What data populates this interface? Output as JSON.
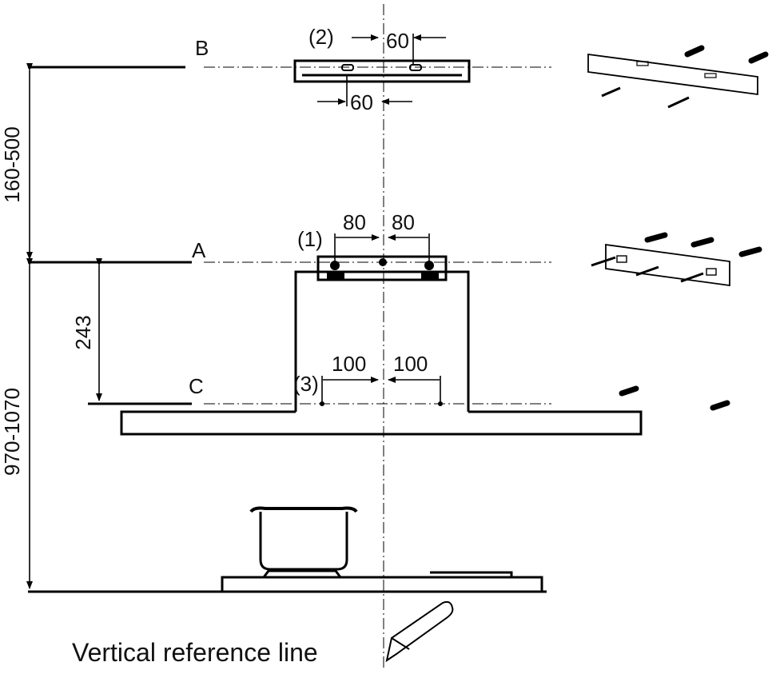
{
  "levels": {
    "b": "B",
    "a": "A",
    "c": "C"
  },
  "dimensions": {
    "range_ab": "160-500",
    "range_floor": "970-1070",
    "height_ac": "243",
    "spacing_top_1": "60",
    "spacing_top_2": "60",
    "spacing_a_left": "80",
    "spacing_a_right": "80",
    "spacing_c_left": "100",
    "spacing_c_right": "100"
  },
  "callouts": {
    "bracket_1": "(1)",
    "bracket_2": "(2)",
    "plugs_3": "(3)"
  },
  "caption": "Vertical reference line"
}
